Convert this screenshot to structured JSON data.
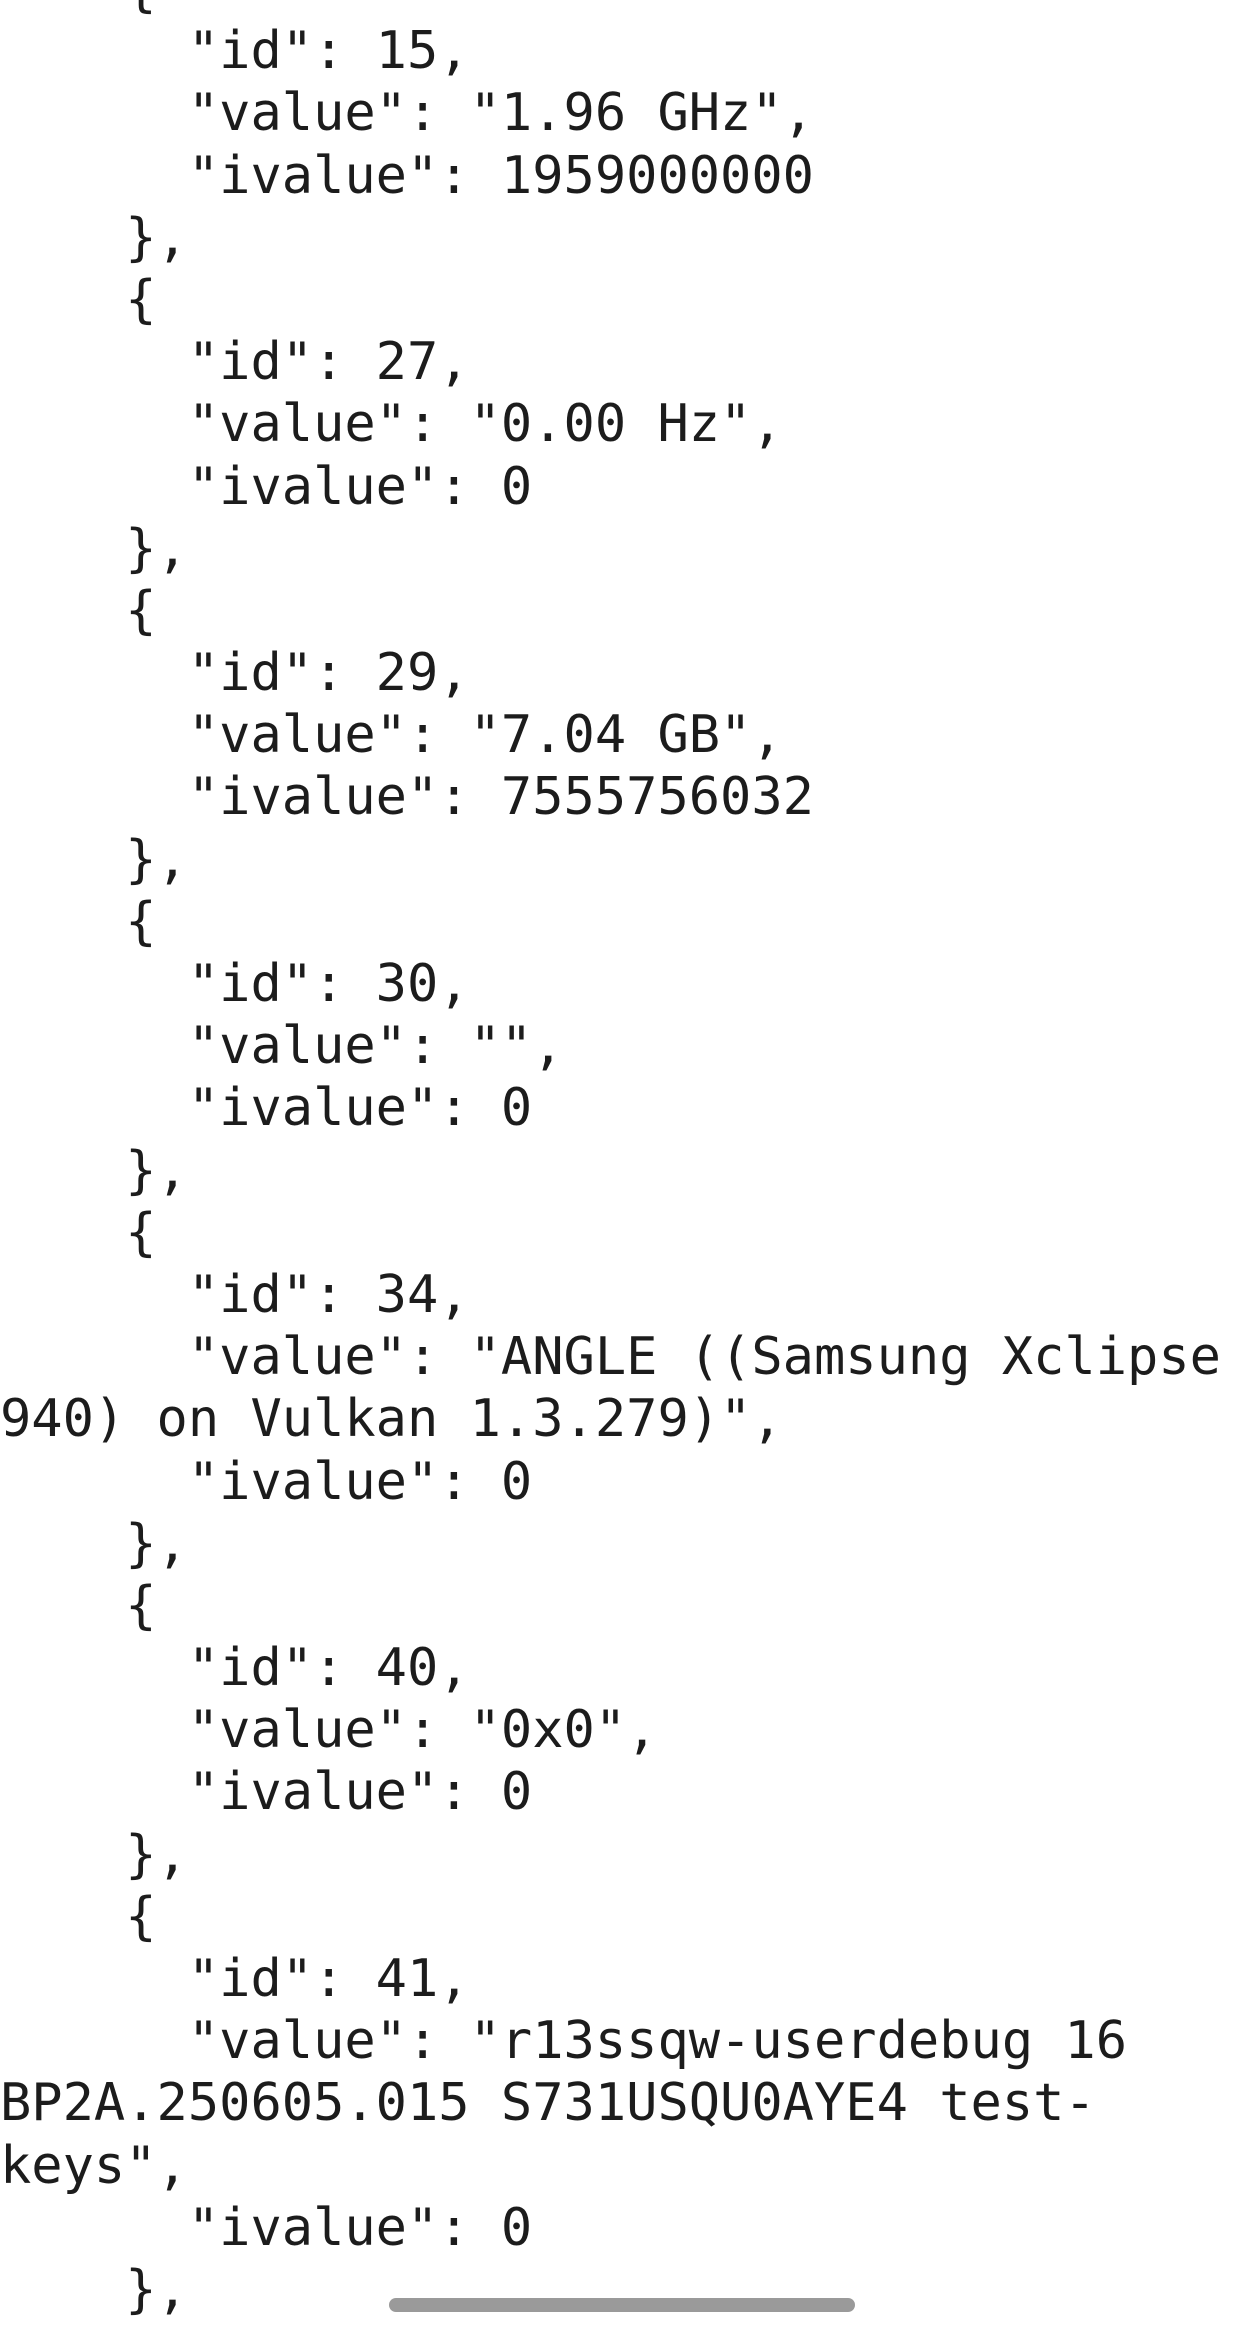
{
  "json_lines": [
    "    {",
    "      \"id\": 15,",
    "      \"value\": \"1.96 GHz\",",
    "      \"ivalue\": 1959000000",
    "    },",
    "    {",
    "      \"id\": 27,",
    "      \"value\": \"0.00 Hz\",",
    "      \"ivalue\": 0",
    "    },",
    "    {",
    "      \"id\": 29,",
    "      \"value\": \"7.04 GB\",",
    "      \"ivalue\": 7555756032",
    "    },",
    "    {",
    "      \"id\": 30,",
    "      \"value\": \"\",",
    "      \"ivalue\": 0",
    "    },",
    "    {",
    "      \"id\": 34,",
    "      \"value\": \"ANGLE ((Samsung Xclipse",
    "940) on Vulkan 1.3.279)\",",
    "      \"ivalue\": 0",
    "    },",
    "    {",
    "      \"id\": 40,",
    "      \"value\": \"0x0\",",
    "      \"ivalue\": 0",
    "    },",
    "    {",
    "      \"id\": 41,",
    "      \"value\": \"r13ssqw-userdebug 16",
    "BP2A.250605.015 S731USQU0AYE4 test-",
    "keys\",",
    "      \"ivalue\": 0",
    "    },"
  ]
}
